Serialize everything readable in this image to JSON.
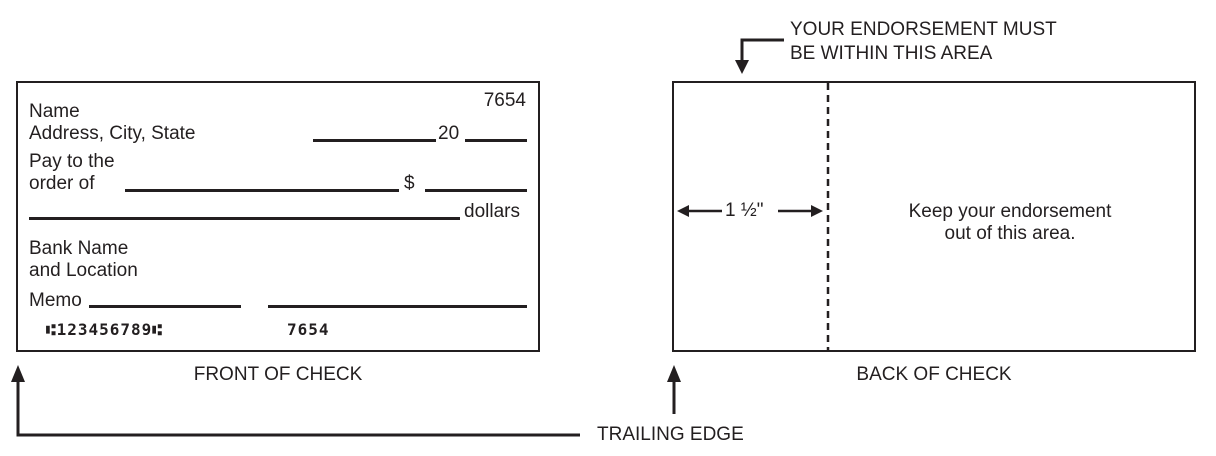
{
  "annotations": {
    "endorsement_must": "YOUR ENDORSEMENT MUST",
    "endorsement_must_2": "BE WITHIN THIS AREA",
    "trailing_edge": "TRAILING EDGE"
  },
  "front": {
    "caption": "FRONT OF CHECK",
    "check_number": "7654",
    "name": "Name",
    "address": "Address, City, State",
    "date_prefix": "20",
    "pay_to_1": "Pay to the",
    "pay_to_2": "order of",
    "dollar_sign": "$",
    "dollars": "dollars",
    "bank_1": "Bank Name",
    "bank_2": "and Location",
    "memo": "Memo",
    "micr_routing": "⑆123456789⑆",
    "micr_check": "7654"
  },
  "back": {
    "caption": "BACK OF CHECK",
    "measurement": "1 ½\"",
    "keep_out_1": "Keep your endorsement",
    "keep_out_2": "out of this area."
  },
  "colors": {
    "ink": "#231f20",
    "background": "#ffffff"
  }
}
